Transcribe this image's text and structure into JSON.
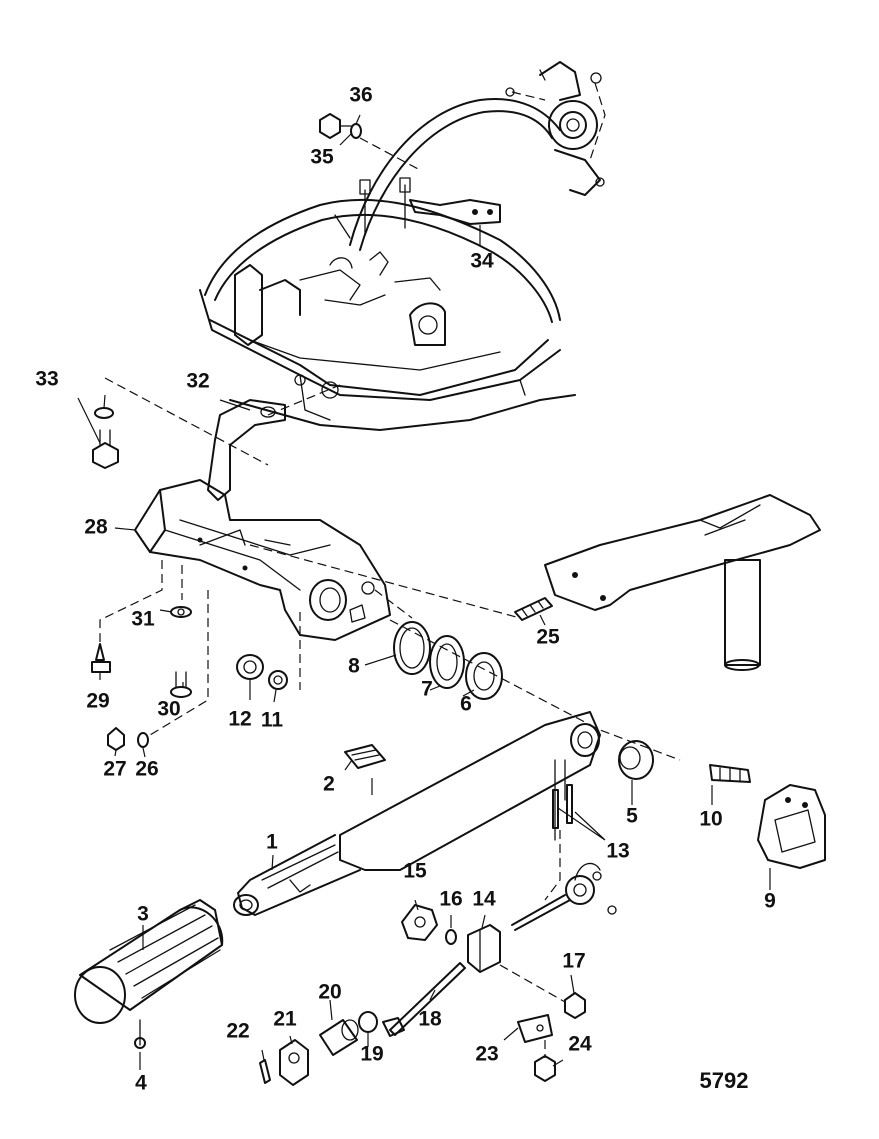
{
  "diagram": {
    "figure_number": "5792",
    "callouts": [
      "1",
      "2",
      "3",
      "4",
      "5",
      "6",
      "7",
      "8",
      "9",
      "10",
      "11",
      "12",
      "13",
      "14",
      "15",
      "16",
      "17",
      "18",
      "19",
      "20",
      "21",
      "22",
      "23",
      "24",
      "25",
      "26",
      "27",
      "28",
      "29",
      "30",
      "31",
      "32",
      "33",
      "34",
      "35",
      "36"
    ]
  }
}
